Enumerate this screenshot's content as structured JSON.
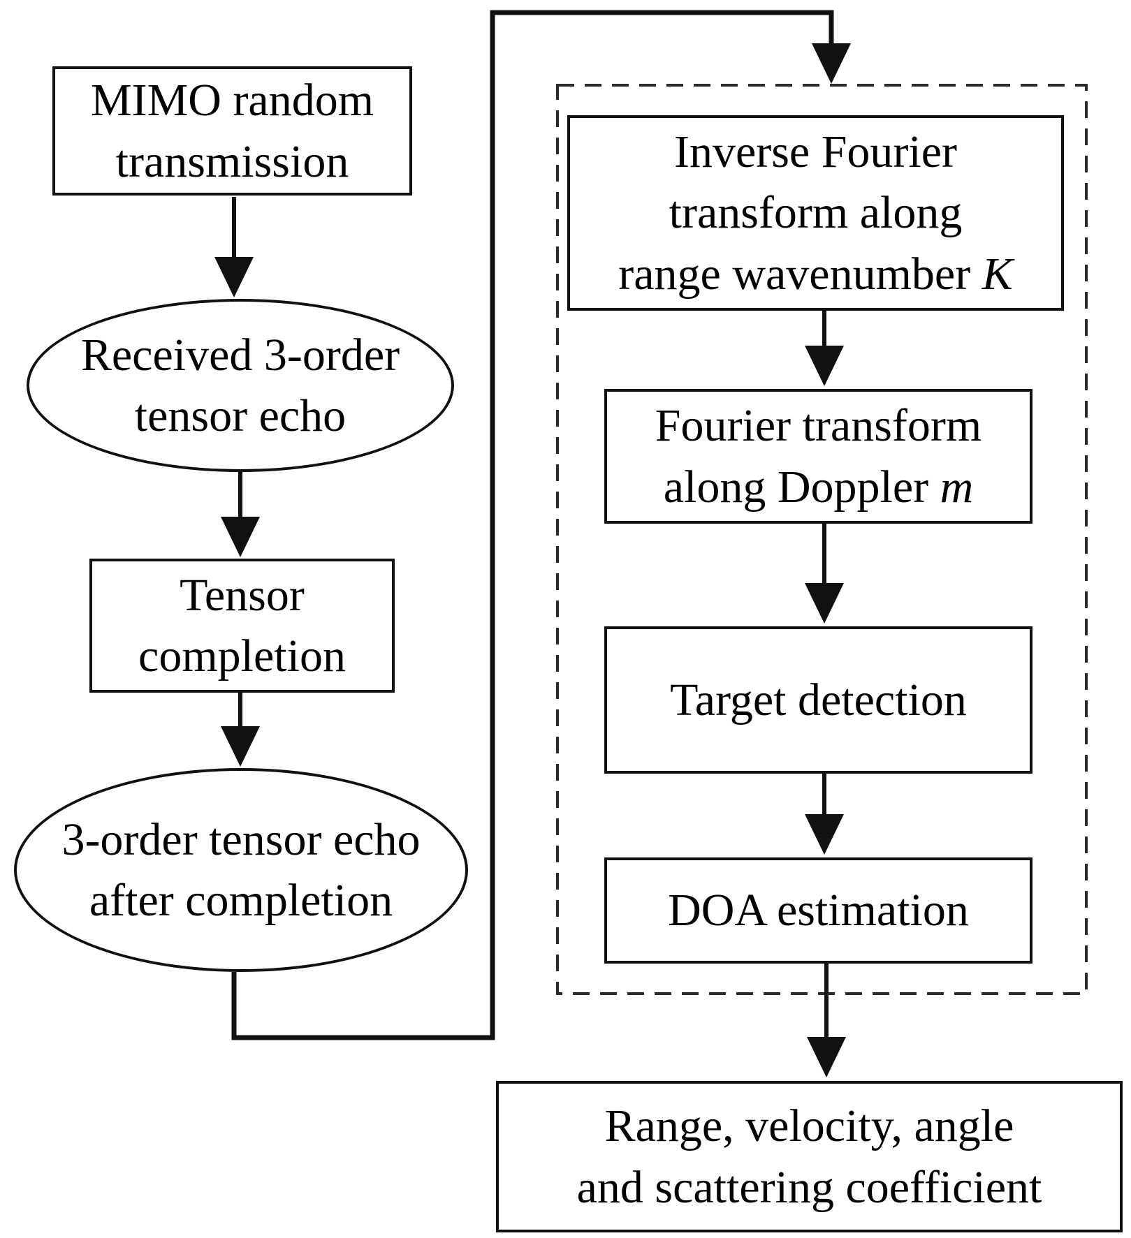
{
  "diagram": {
    "type": "flowchart",
    "colors": {
      "background": "#ffffff",
      "line": "#111111",
      "dashed_border": "#2b2b2b",
      "text": "#000000"
    },
    "nodes": {
      "mimo": {
        "line1": "MIMO random",
        "line2": "transmission"
      },
      "received_echo": {
        "line1": "Received 3-order",
        "line2": "tensor echo"
      },
      "tensor_completion": {
        "line1": "Tensor",
        "line2": "completion"
      },
      "completed_echo": {
        "line1": "3-order tensor echo",
        "line2": "after completion"
      },
      "inverse_fourier": {
        "line1": "Inverse Fourier",
        "line2": "transform along",
        "line3_pre": "range wavenumber ",
        "line3_var": "K"
      },
      "fourier_doppler": {
        "line1": "Fourier transform",
        "line2_pre": "along Doppler ",
        "line2_var": "m"
      },
      "target_detection": {
        "label": "Target detection"
      },
      "doa_estimation": {
        "label": "DOA estimation"
      },
      "output": {
        "line1": "Range, velocity, angle",
        "line2": "and scattering coefficient"
      }
    },
    "edges": [
      {
        "from": "mimo",
        "to": "received_echo"
      },
      {
        "from": "received_echo",
        "to": "tensor_completion"
      },
      {
        "from": "tensor_completion",
        "to": "completed_echo"
      },
      {
        "from": "completed_echo",
        "to": "inverse_fourier"
      },
      {
        "from": "inverse_fourier",
        "to": "fourier_doppler"
      },
      {
        "from": "fourier_doppler",
        "to": "target_detection"
      },
      {
        "from": "target_detection",
        "to": "doa_estimation"
      },
      {
        "from": "doa_estimation",
        "to": "output"
      }
    ]
  }
}
